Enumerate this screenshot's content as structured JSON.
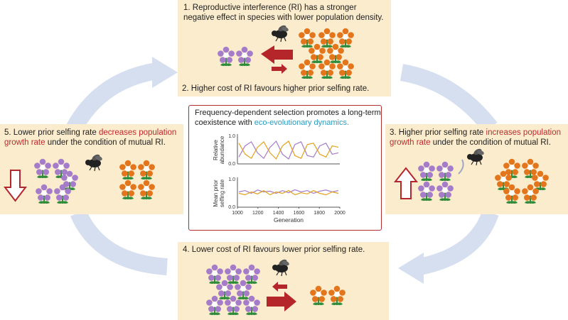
{
  "step1": {
    "text": "1. Reproductive interference (RI) has a stronger negative effect in species with lower population density."
  },
  "step2": {
    "text": "2. Higher cost of RI favours higher prior selfing rate."
  },
  "step3": {
    "prefix": "3. Higher prior selfing rate ",
    "highlight": "increases population growth rate",
    "suffix": " under the condition of mutual RI."
  },
  "step4": {
    "text": "4. Lower cost of RI favours lower prior selfing rate."
  },
  "step5": {
    "prefix": "5. Lower prior selfing rate ",
    "highlight": "decreases population growth rate",
    "suffix": " under the condition of mutual RI."
  },
  "center": {
    "title_prefix": "Frequency-dependent selection promotes a long-term coexistence with ",
    "title_highlight": "eco-evolutionary dynamics."
  },
  "colors": {
    "purple": "#a57cc9",
    "orange": "#e3761c",
    "arrow_red": "#b5262b",
    "panel": "#fbeccd",
    "cycle": "#d6dff0",
    "highlight": "#c0282d",
    "teal": "#2b9bbf"
  },
  "chart_data": [
    {
      "type": "line",
      "ylabel": "Relative abundance",
      "yticks": [
        "1.0",
        "0.0"
      ],
      "ylim": [
        0,
        1
      ],
      "xlim": [
        1000,
        2000
      ],
      "series": [
        {
          "color": "#a57cc9",
          "values": [
            0.25,
            0.65,
            0.8,
            0.4,
            0.2,
            0.6,
            0.82,
            0.35,
            0.18,
            0.7,
            0.8,
            0.3,
            0.25,
            0.65,
            0.75,
            0.35,
            0.4
          ]
        },
        {
          "color": "#e3a21c",
          "values": [
            0.75,
            0.35,
            0.2,
            0.6,
            0.8,
            0.4,
            0.18,
            0.65,
            0.82,
            0.3,
            0.2,
            0.7,
            0.75,
            0.35,
            0.25,
            0.65,
            0.6
          ]
        }
      ]
    },
    {
      "type": "line",
      "ylabel": "Mean prior selfing rate",
      "yticks": [
        "1.0",
        "0.0"
      ],
      "ylim": [
        0,
        1
      ],
      "xlim": [
        1000,
        2000
      ],
      "xlabel": "Generation",
      "xticks": [
        "1000",
        "1200",
        "1400",
        "1600",
        "1800",
        "2000"
      ],
      "series": [
        {
          "color": "#a57cc9",
          "values": [
            0.55,
            0.6,
            0.5,
            0.62,
            0.55,
            0.58,
            0.5,
            0.6,
            0.52,
            0.63,
            0.55,
            0.6,
            0.5,
            0.58,
            0.62,
            0.55,
            0.6
          ]
        },
        {
          "color": "#e3a21c",
          "values": [
            0.5,
            0.45,
            0.55,
            0.48,
            0.6,
            0.45,
            0.55,
            0.5,
            0.6,
            0.45,
            0.52,
            0.48,
            0.6,
            0.5,
            0.45,
            0.55,
            0.5
          ]
        }
      ]
    }
  ]
}
